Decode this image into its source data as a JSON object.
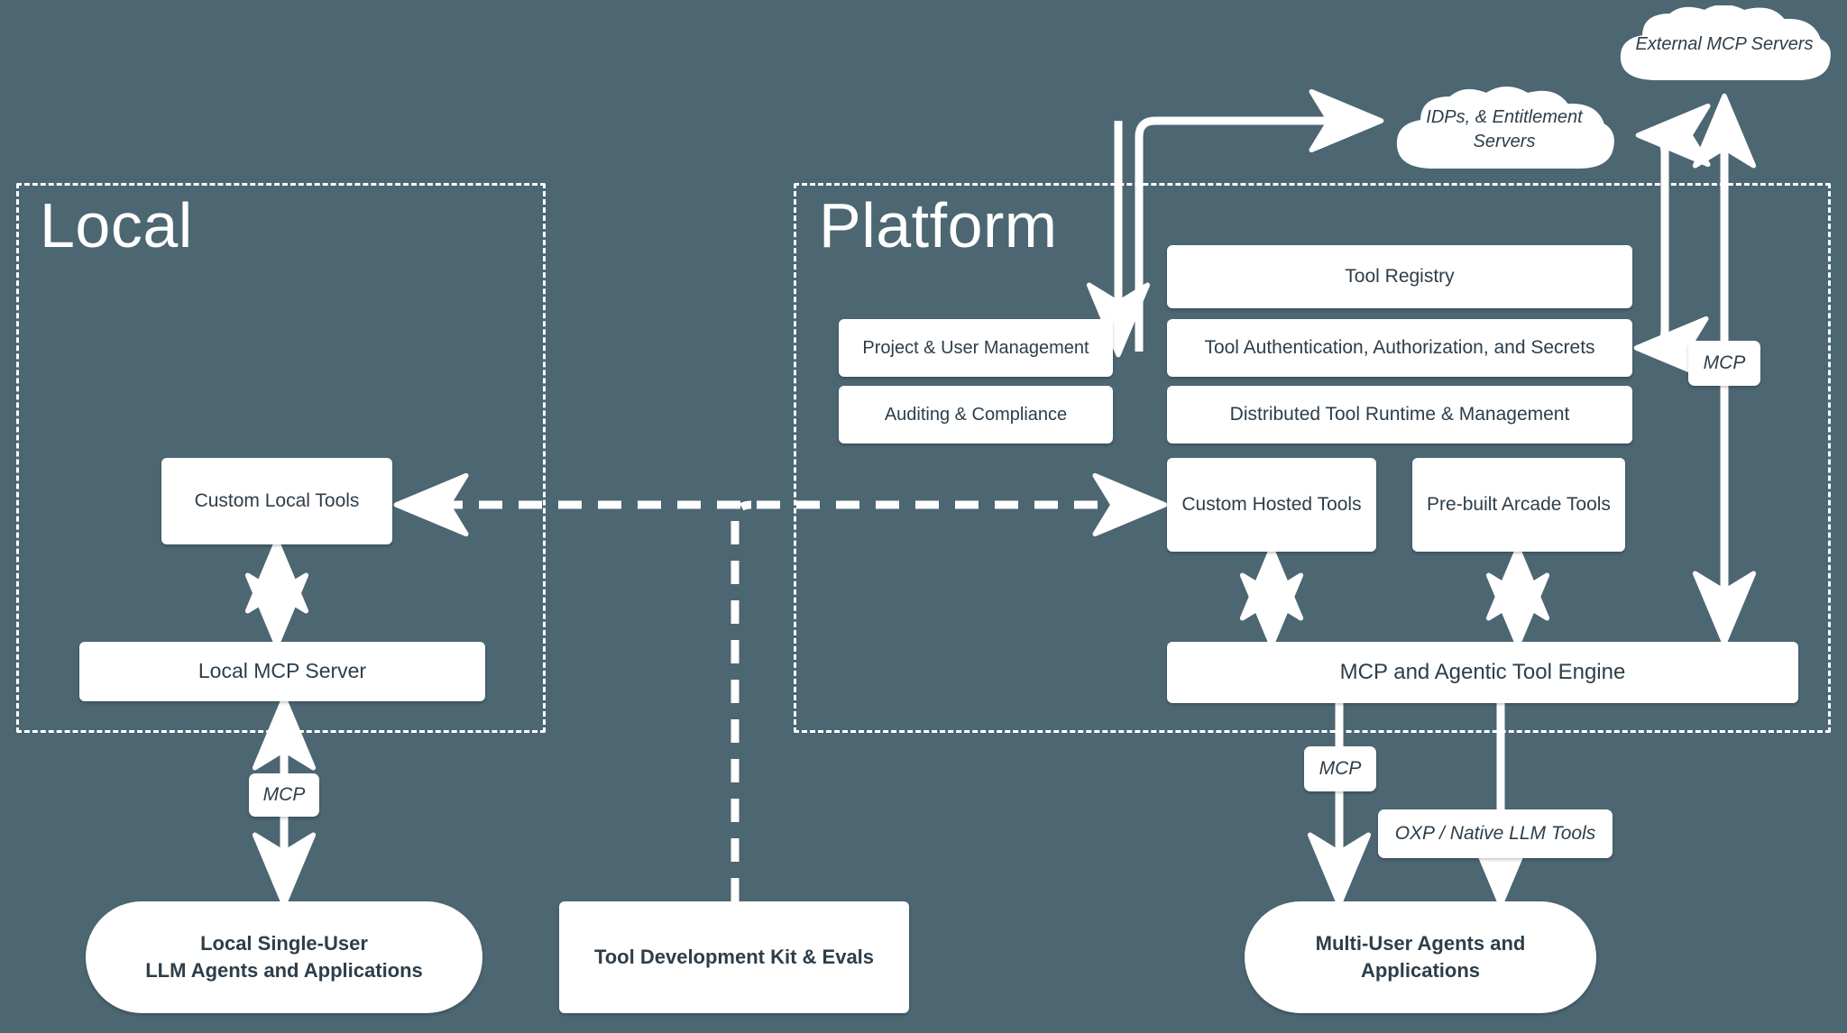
{
  "diagram": {
    "background_color": "#4c6672",
    "node_fill": "#ffffff",
    "node_text_color": "#2d3e4a",
    "zones": [
      {
        "key": "local",
        "title": "Local"
      },
      {
        "key": "platform",
        "title": "Platform"
      }
    ],
    "clouds": [
      {
        "key": "external_mcp",
        "label": "External MCP Servers"
      },
      {
        "key": "idps",
        "label": "IDPs, & Entitlement Servers"
      }
    ],
    "local_nodes": [
      {
        "key": "custom_local_tools",
        "label": "Custom Local Tools"
      },
      {
        "key": "local_mcp_server",
        "label": "Local MCP Server"
      }
    ],
    "platform_nodes": [
      {
        "key": "project_user_management",
        "label": "Project & User Management"
      },
      {
        "key": "auditing_compliance",
        "label": "Auditing & Compliance"
      },
      {
        "key": "tool_registry",
        "label": "Tool Registry"
      },
      {
        "key": "tool_auth",
        "label": "Tool Authentication, Authorization, and Secrets"
      },
      {
        "key": "distributed_runtime",
        "label": "Distributed Tool Runtime & Management"
      },
      {
        "key": "custom_hosted_tools",
        "label": "Custom Hosted Tools"
      },
      {
        "key": "prebuilt_arcade_tools",
        "label": "Pre-built Arcade Tools"
      },
      {
        "key": "mcp_agentic_engine",
        "label": "MCP and Agentic Tool Engine"
      }
    ],
    "edge_labels": [
      {
        "key": "mcp_local",
        "label": "MCP"
      },
      {
        "key": "mcp_external",
        "label": "MCP"
      },
      {
        "key": "mcp_multiuser",
        "label": "MCP"
      },
      {
        "key": "oxp_native",
        "label": "OXP / Native LLM Tools"
      }
    ],
    "consumers": [
      {
        "key": "local_agents",
        "line1": "Local Single-User",
        "line2": "LLM Agents and Applications"
      },
      {
        "key": "tdk",
        "line1": "Tool Development Kit & Evals",
        "line2": ""
      },
      {
        "key": "multiuser_agents",
        "line1": "Multi-User Agents and",
        "line2": "Applications"
      }
    ]
  }
}
